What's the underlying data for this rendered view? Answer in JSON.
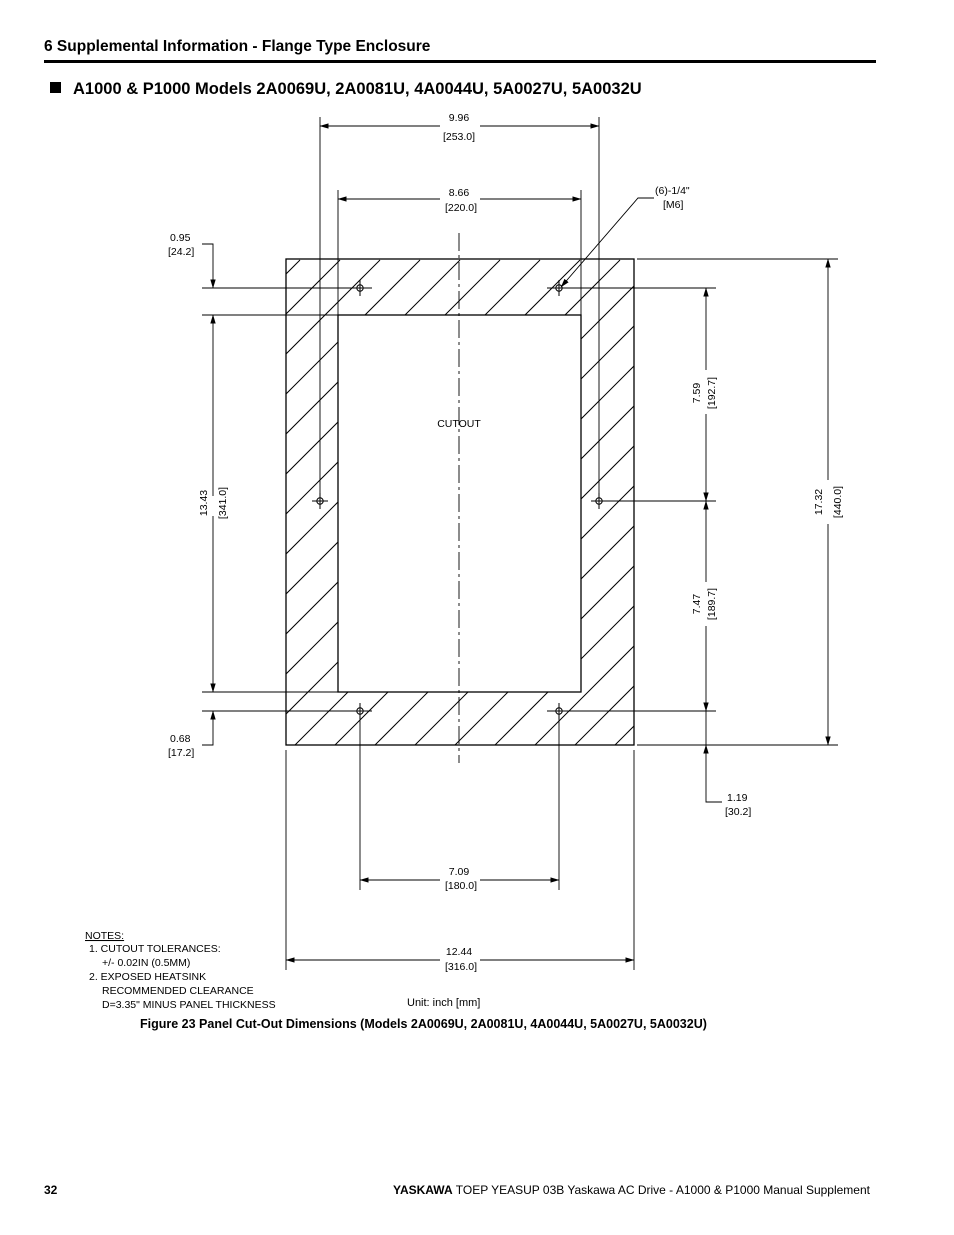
{
  "header": {
    "section_title": "6  Supplemental Information - Flange Type Enclosure",
    "heading": "A1000 & P1000 Models 2A0069U, 2A0081U, 4A0044U, 5A0027U, 5A0032U"
  },
  "drawing": {
    "cutout_label": "CUTOUT",
    "hole_label": [
      "(6)-1/4\"",
      "[M6]"
    ],
    "dims": {
      "top_outer": [
        "9.96",
        "[253.0]"
      ],
      "top_inner": [
        "8.66",
        "[220.0]"
      ],
      "left_top_offset": [
        "0.95",
        "[24.2]"
      ],
      "left_height": [
        "13.43",
        "[341.0]"
      ],
      "left_bottom_offset": [
        "0.68",
        "[17.2]"
      ],
      "right_upper": [
        "7.59",
        "[192.7]"
      ],
      "right_lower": [
        "7.47",
        "[189.7]"
      ],
      "right_total": [
        "17.32",
        "[440.0]"
      ],
      "right_bottom_offset": [
        "1.19",
        "[30.2]"
      ],
      "bottom_inner": [
        "7.09",
        "[180.0]"
      ],
      "bottom_outer": [
        "12.44",
        "[316.0]"
      ]
    },
    "notes": [
      "NOTES:",
      "1. CUTOUT TOLERANCES:",
      "+/- 0.02IN (0.5MM)",
      "2. EXPOSED HEATSINK",
      "RECOMMENDED CLEARANCE",
      "D=3.35\" MINUS PANEL THICKNESS"
    ],
    "unit_note": "Unit: inch [mm]"
  },
  "caption": "Figure 23  Panel Cut-Out Dimensions (Models 2A0069U, 2A0081U, 4A0044U, 5A0027U, 5A0032U)",
  "footer": {
    "page_number": "32",
    "brand": "YASKAWA",
    "text": " TOEP YEASUP 03B Yaskawa AC Drive - A1000 & P1000 Manual Supplement"
  }
}
